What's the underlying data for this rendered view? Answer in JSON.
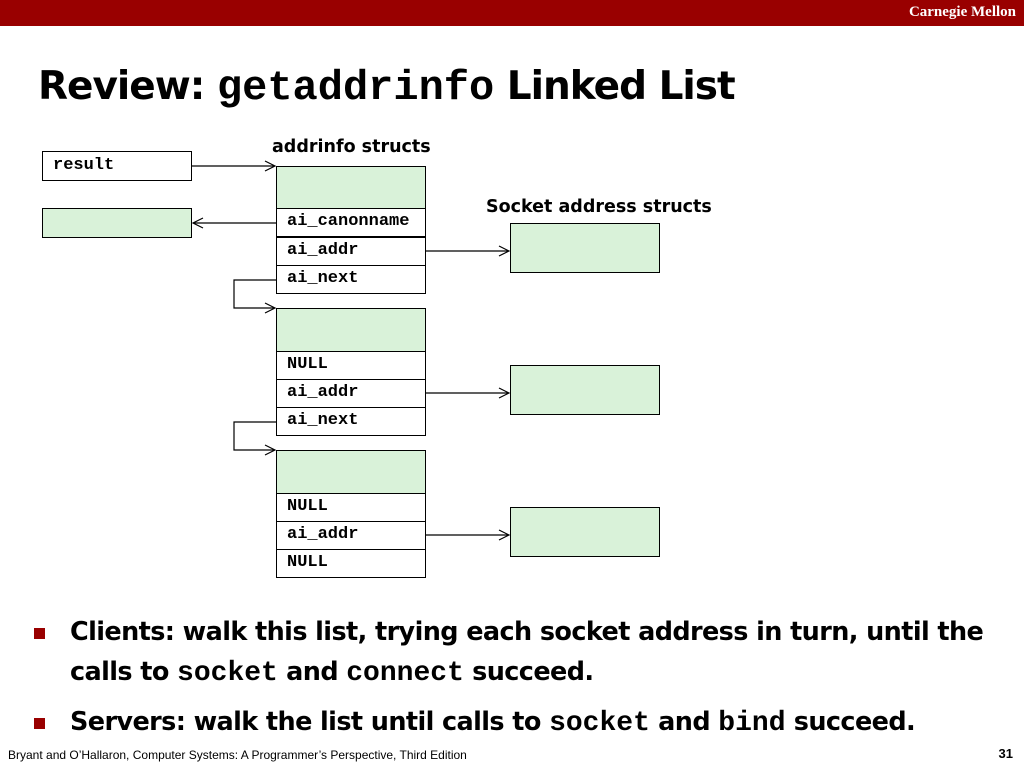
{
  "header": {
    "institution": "Carnegie Mellon",
    "accent_color": "#990000"
  },
  "title": {
    "prefix": "Review: ",
    "code": "getaddrinfo",
    "suffix": " Linked List"
  },
  "diagram": {
    "label_addrinfo": "addrinfo structs",
    "label_sockaddr": "Socket address structs",
    "result_label": "result",
    "box_fill_color": "#d9f2d9",
    "structs": [
      {
        "fields": [
          "ai_canonname",
          "ai_addr",
          "ai_next"
        ]
      },
      {
        "fields": [
          "NULL",
          "ai_addr",
          "ai_next"
        ]
      },
      {
        "fields": [
          "NULL",
          "ai_addr",
          "NULL"
        ]
      }
    ]
  },
  "bullets": {
    "clients": {
      "text1": "Clients: walk this list, trying each socket address in turn, until the calls to ",
      "code1": "socket",
      "text2": " and ",
      "code2": "connect",
      "text3": " succeed."
    },
    "servers": {
      "text1": "Servers: walk the list until calls to ",
      "code1": "socket",
      "text2": " and ",
      "code2": "bind",
      "text3": " succeed."
    }
  },
  "footer": {
    "citation": "Bryant and O’Hallaron, Computer Systems: A Programmer’s Perspective, Third Edition",
    "page_number": "31"
  }
}
